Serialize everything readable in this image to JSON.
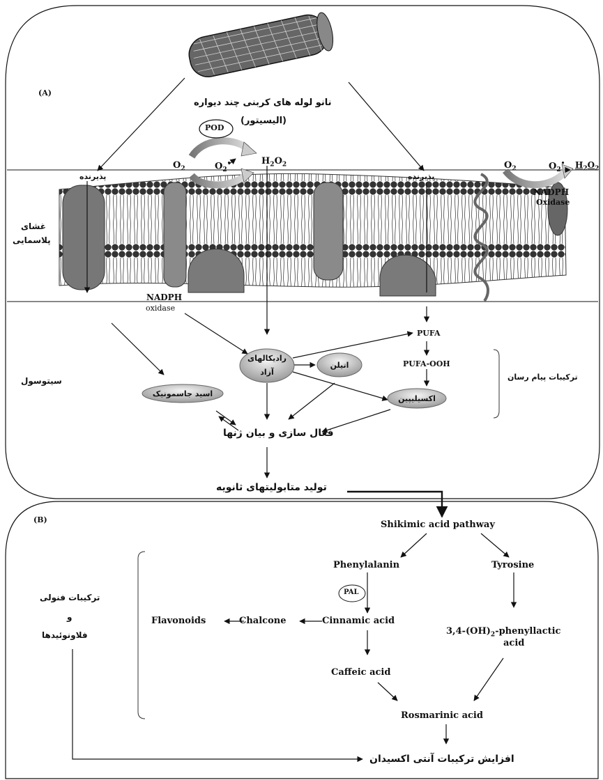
{
  "panel_a": {
    "label": "(A)",
    "elicitor_line1": "نانو لوله های کربنی چند دیواره",
    "elicitor_line2": "(الیسیتور)",
    "pod": "POD",
    "o2_left": "O",
    "o2_left_sub": "2",
    "o2_left_radical": "O",
    "o2_left_radical_sub": "2",
    "radical_dot": "•",
    "h2o2_left": "H",
    "h2o2_left_sub1": "2",
    "h2o2_left_o": "O",
    "h2o2_left_sub2": "2",
    "o2_right": "O",
    "o2_right_sub": "2",
    "o2_right_radical": "O",
    "o2_right_radical_sub": "2",
    "h2o2_right": "H",
    "h2o2_right_sub1": "2",
    "h2o2_right_o": "O",
    "h2o2_right_sub2": "2",
    "receptor_left": "پذیرنده",
    "receptor_right": "پذیرنده",
    "nadph_right_1": "NADPH",
    "nadph_right_2": "Oxidase",
    "membrane_label_1": "غشای",
    "membrane_label_2": "پلاسمایی",
    "nadph_left_1": "NADPH",
    "nadph_left_2": "oxidase",
    "cytosol": "سیتوسول",
    "free_radicals_1": "رادیکالهای",
    "free_radicals_2": "آزاد",
    "ethylene": "اتیلن",
    "jasmonic": "اسید جاسمونیک",
    "systemin": "اکسیلیپین",
    "pufa": "PUFA",
    "pufa_ooh": "PUFA-OOH",
    "signal_compounds": "ترکیبات پیام رسان",
    "gene_activation": "فعال سازی و بیان ژنها",
    "secondary_metabolites": "تولید متابولیتهای ثانویه"
  },
  "panel_b": {
    "label": "(B)",
    "shikimic": "Shikimic acid pathway",
    "phenylalanin": "Phenylalanin",
    "tyrosine": "Tyrosine",
    "pal": "PAL",
    "cinnamic": "Cinnamic acid",
    "chalcone": "Chalcone",
    "flavonoids": "Flavonoids",
    "phenyllactic_1": "3,4-(OH)",
    "phenyllactic_sub": "2",
    "phenyllactic_2": "-phenyllactic",
    "phenyllactic_3": "acid",
    "caffeic": "Caffeic acid",
    "rosmarinic": "Rosmarinic acid",
    "phenolic_1": "ترکیبات فنولی",
    "phenolic_2": "و",
    "phenolic_3": "فلاونوئیدها",
    "antioxidant": "افزایش ترکیبات آنتی اکسیدان"
  }
}
